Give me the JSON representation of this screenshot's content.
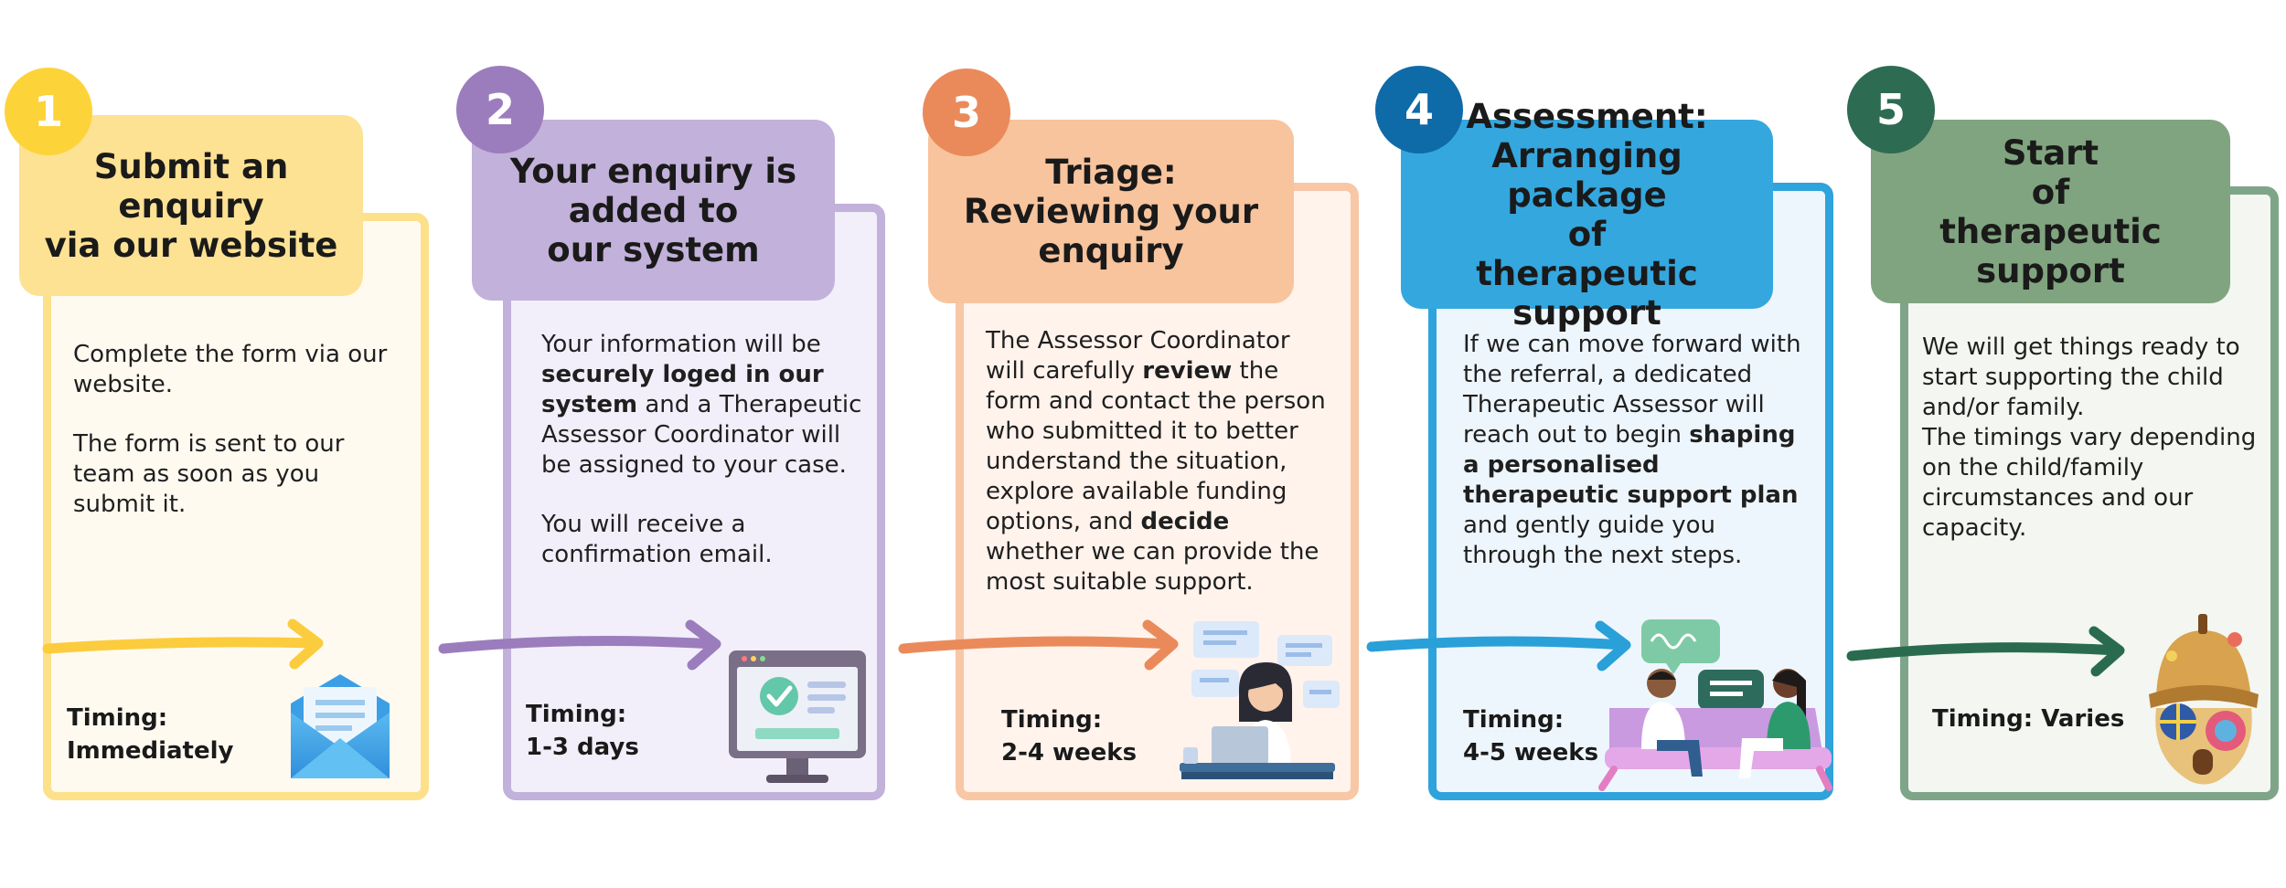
{
  "colors": {
    "yellow": "#f9ce48",
    "purple": "#9b7dbd",
    "orange": "#ea8a5b",
    "blue": "#1f99d5",
    "green": "#4f8b67"
  },
  "steps": [
    {
      "number": "1",
      "title_lines": [
        "Submit an enquiry",
        "via our website"
      ],
      "paragraphs": [
        [
          {
            "t": "Complete the form via our website."
          }
        ],
        [
          {
            "t": "The form is sent to our team as soon as you submit it."
          }
        ]
      ],
      "timing_label": "Timing:",
      "timing_value": "Immediately",
      "icon": "envelope-icon"
    },
    {
      "number": "2",
      "title_lines": [
        "Your enquiry is",
        "added to",
        "our system"
      ],
      "paragraphs": [
        [
          {
            "t": "Your information will be "
          },
          {
            "t": "securely loged in our system",
            "b": true
          },
          {
            "t": " and a Therapeutic Assessor Coordinator will be assigned to your case."
          }
        ],
        [
          {
            "t": "You will receive a confirmation email."
          }
        ]
      ],
      "timing_label": "Timing:",
      "timing_value": "1-3 days",
      "icon": "computer-check-icon"
    },
    {
      "number": "3",
      "title_lines": [
        "Triage:",
        "Reviewing your",
        "enquiry"
      ],
      "paragraphs": [
        [
          {
            "t": "The Assessor Coordinator will carefully "
          },
          {
            "t": "review",
            "b": true
          },
          {
            "t": " the form and contact the person who submitted it to better understand the situation, explore available funding options, and "
          },
          {
            "t": "decide",
            "b": true
          },
          {
            "t": " whether we can provide the most suitable support."
          }
        ]
      ],
      "timing_label": "Timing:",
      "timing_value": "2-4 weeks",
      "icon": "person-at-laptop-icon"
    },
    {
      "number": "4",
      "title_lines": [
        "Assessment:",
        "Arranging package",
        "of",
        "therapeutic support"
      ],
      "paragraphs": [
        [
          {
            "t": "If we can move forward with the referral, a dedicated Therapeutic Assessor will reach out to begin "
          },
          {
            "t": "shaping a personalised therapeutic support plan",
            "b": true
          },
          {
            "t": " and gently guide you through the next steps."
          }
        ]
      ],
      "timing_label": "Timing:",
      "timing_value": "4-5 weeks",
      "icon": "conversation-sofa-icon"
    },
    {
      "number": "5",
      "title_lines": [
        "Start",
        "of",
        "therapeutic support"
      ],
      "paragraphs": [
        [
          {
            "t": "We will get things ready to start supporting the child and/or family."
          },
          {
            "br": true
          },
          {
            "t": "The timings vary depending on the child/family circumstances and our capacity."
          }
        ]
      ],
      "timing_label": "Timing: Varies",
      "timing_value": "",
      "icon": "acorn-house-icon"
    }
  ]
}
